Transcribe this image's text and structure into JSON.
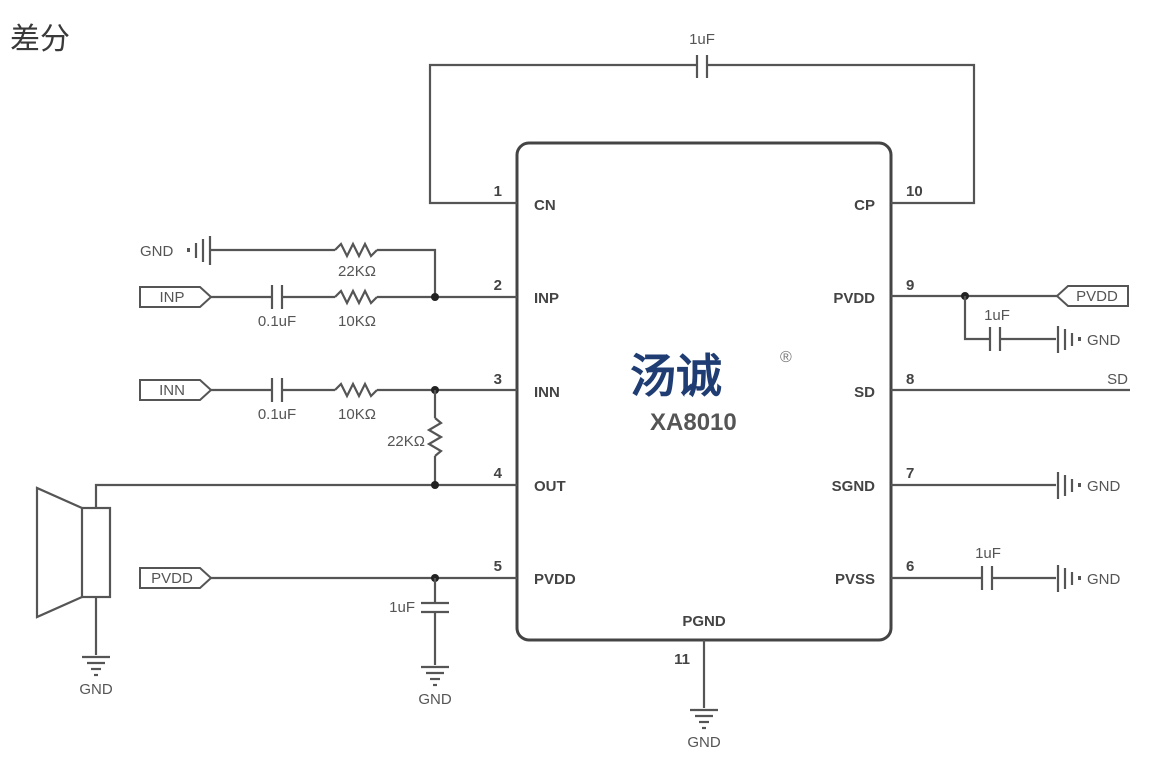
{
  "heading": "差分",
  "chip": {
    "brand_logo": "汤诚",
    "registered_mark": "®",
    "part_number": "XA8010",
    "logo_color": "#1f3d73",
    "left_pins": [
      {
        "number": "1",
        "name": "CN"
      },
      {
        "number": "2",
        "name": "INP"
      },
      {
        "number": "3",
        "name": "INN"
      },
      {
        "number": "4",
        "name": "OUT"
      },
      {
        "number": "5",
        "name": "PVDD"
      }
    ],
    "right_pins": [
      {
        "number": "10",
        "name": "CP"
      },
      {
        "number": "9",
        "name": "PVDD"
      },
      {
        "number": "8",
        "name": "SD"
      },
      {
        "number": "7",
        "name": "SGND"
      },
      {
        "number": "6",
        "name": "PVSS"
      }
    ],
    "bottom_pin": {
      "number": "11",
      "name": "PGND"
    }
  },
  "components": {
    "flying_cap": "1uF",
    "inp_cap": "0.1uF",
    "inp_res": "10KΩ",
    "inp_fb_res": "22KΩ",
    "inn_cap": "0.1uF",
    "inn_res": "10KΩ",
    "inn_fb_res": "22KΩ",
    "pvdd_left_cap": "1uF",
    "pvdd_right_cap": "1uF",
    "pvss_cap": "1uF"
  },
  "nets": {
    "gnd": "GND",
    "inp": "INP",
    "inn": "INN",
    "pvdd": "PVDD",
    "sd": "SD"
  }
}
